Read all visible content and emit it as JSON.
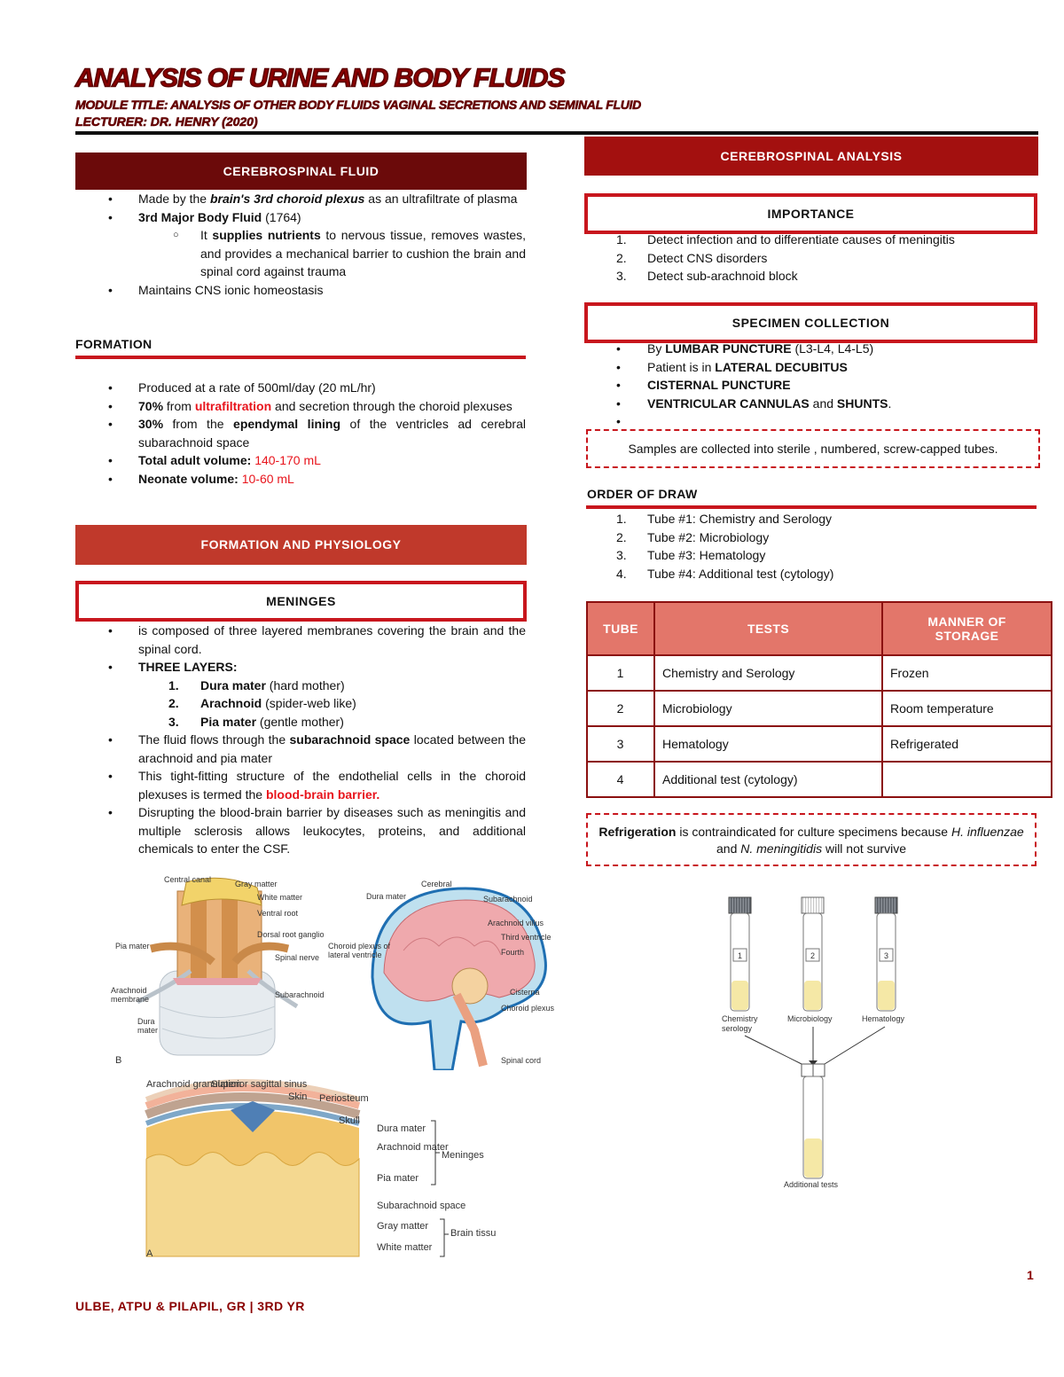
{
  "header": {
    "title": "ANALYSIS OF URINE AND BODY FLUIDS",
    "subtitle": "MODULE TITLE: ANALYSIS OF OTHER BODY FLUIDS VAGINAL SECRETIONS AND SEMINAL FLUID",
    "lecturer": "LECTURER: DR. HENRY (2020)"
  },
  "left": {
    "csf_banner": "CEREBROSPINAL FLUID",
    "csf_items": [
      {
        "parts": [
          "Made by the ",
          "brain's 3rd choroid plexus",
          " as an ultrafiltrate of plasma"
        ]
      },
      {
        "parts": [
          "3rd Major Body Fluid",
          " (1764)"
        ]
      },
      {
        "parts": [
          "It ",
          "supplies nutrients",
          " to nervous tissue, removes wastes, and provides a mechanical barrier to cushion the brain and spinal cord against trauma"
        ]
      },
      {
        "parts": [
          "Maintains CNS ionic homeostasis"
        ]
      }
    ],
    "formation_heading": "FORMATION",
    "formation_items": [
      {
        "parts": [
          "Produced at a rate of 500ml/day (20 mL/hr)"
        ]
      },
      {
        "parts": [
          "70%",
          " from ",
          "ultrafiltration",
          " and secretion through the choroid plexuses"
        ]
      },
      {
        "parts": [
          "30%",
          " from the ",
          "ependymal lining",
          " of the ventricles ad cerebral subarachnoid space"
        ]
      },
      {
        "parts": [
          "Total adult volume:",
          " ",
          "140-170 mL"
        ]
      },
      {
        "parts": [
          "Neonate volume:",
          " ",
          "10-60 mL"
        ]
      }
    ],
    "phys_banner": "FORMATION AND PHYSIOLOGY",
    "meninges_box": "MENINGES",
    "meninges_items": [
      {
        "parts": [
          "is composed of three layered membranes covering the brain and the spinal cord."
        ]
      },
      {
        "parts": [
          "THREE LAYERS:"
        ]
      },
      {
        "parts": [
          "The fluid flows through the ",
          "subarachnoid space",
          " located between the arachnoid and pia mater"
        ]
      },
      {
        "parts": [
          "This tight-fitting structure of the endothelial cells in the choroid plexuses is termed the ",
          "blood-brain barrier."
        ]
      },
      {
        "parts": [
          "Disrupting the blood-brain barrier by diseases such as meningitis and multiple sclerosis allows leukocytes, proteins, and additional chemicals to enter the CSF."
        ]
      }
    ],
    "layers": [
      {
        "num": "1.",
        "name": "Dura mater",
        "desc": " (hard mother)"
      },
      {
        "num": "2.",
        "name": "Arachnoid",
        "desc": " (spider-web like)"
      },
      {
        "num": "3.",
        "name": "Pia mater",
        "desc": " (gentle mother)"
      }
    ],
    "figure_labels": {
      "fig_b": "B",
      "fig_a": "A",
      "arach_gran": "Arachnoid granulation",
      "sup_sinus": "Superior sagittal sinus",
      "skin": "Skin",
      "periosteum": "Periosteum",
      "skull": "Skull",
      "dura": "Dura mater",
      "arachnoid": "Arachnoid mater",
      "pia": "Pia mater",
      "meninges": "Meninges",
      "subarach": "Subarachnoid space",
      "gray": "Gray matter",
      "white": "White matter",
      "brain_tissue": "Brain tissue"
    }
  },
  "right": {
    "analysis_banner": "CEREBROSPINAL ANALYSIS",
    "importance_box": "IMPORTANCE",
    "importance_items": [
      {
        "num": "1.",
        "text": "Detect infection and to differentiate causes of meningitis"
      },
      {
        "num": "2.",
        "text": "Detect CNS disorders"
      },
      {
        "num": "3.",
        "text": "Detect sub-arachnoid block"
      }
    ],
    "specimen_box": "SPECIMEN COLLECTION",
    "specimen_items": [
      {
        "parts": [
          "By ",
          "LUMBAR PUNCTURE",
          " (L3-L4, L4-L5)"
        ]
      },
      {
        "parts": [
          "Patient is in ",
          "LATERAL DECUBITUS"
        ]
      },
      {
        "parts": [
          "CISTERNAL PUNCTURE"
        ]
      },
      {
        "parts": [
          "VENTRICULAR CANNULAS",
          " and ",
          "SHUNTS",
          "."
        ]
      },
      {
        "parts": [
          ""
        ]
      }
    ],
    "samples_note": "Samples are collected into sterile , numbered, screw-capped tubes.",
    "order_heading": "ORDER OF DRAW",
    "order_items": [
      {
        "num": "1.",
        "text": "Tube #1: Chemistry and Serology"
      },
      {
        "num": "2.",
        "text": "Tube #2: Microbiology"
      },
      {
        "num": "3.",
        "text": "Tube #3: Hematology"
      },
      {
        "num": "4.",
        "text": "Tube #4: Additional test (cytology)"
      }
    ],
    "table": {
      "headers": [
        "TUBE",
        "TESTS",
        "MANNER OF STORAGE"
      ],
      "rows": [
        [
          "1",
          "Chemistry and Serology",
          "Frozen"
        ],
        [
          "2",
          "Microbiology",
          "Room temperature"
        ],
        [
          "3",
          "Hematology",
          "Refrigerated"
        ],
        [
          "4",
          "Additional test (cytology)",
          ""
        ]
      ]
    },
    "refrig_note": {
      "bold": "Refrigeration",
      "rest1": " is contraindicated for culture specimens because ",
      "it1": "H. influenzae",
      "rest2": " and ",
      "it2": "N. meningitidis",
      "rest3": " will not survive"
    },
    "tube_figure": {
      "t1": "1",
      "t2": "2",
      "t3": "3",
      "l1": "Chemistry serology",
      "l2": "Microbiology",
      "l3": "Hematology",
      "l4": "Additional tests"
    }
  },
  "footer": {
    "authors": "ULBE, ATPU & PILAPIL, GR | 3RD YR",
    "page": "1"
  },
  "colors": {
    "dark_red": "#6b0a0a",
    "accent_red": "#c8161d",
    "banner_red": "#c0392b",
    "table_header": "#e3766a",
    "text_red": "#e8141c"
  }
}
